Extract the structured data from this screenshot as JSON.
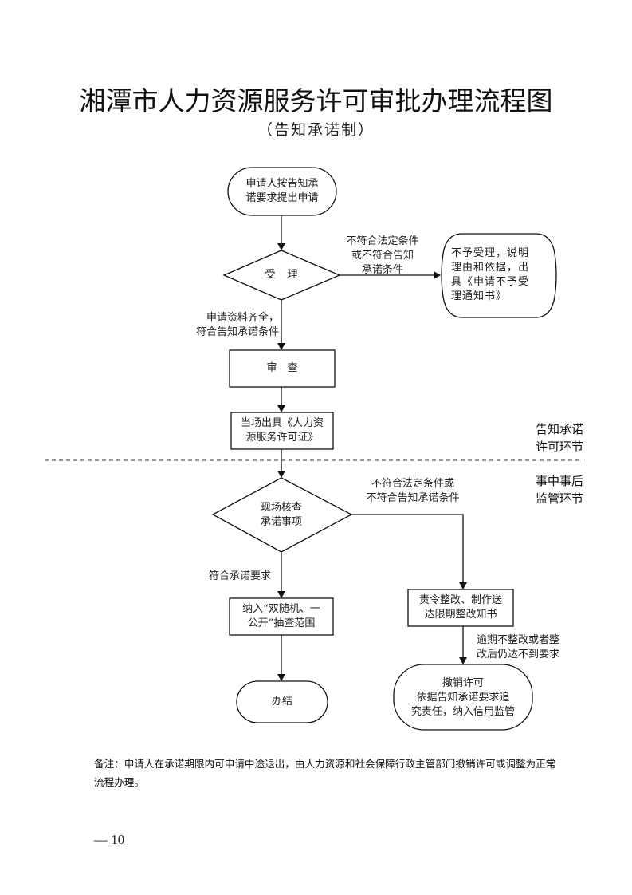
{
  "title": "湘潭市人力资源服务许可审批办理流程图",
  "subtitle": "（告知承诺制）",
  "nodes": {
    "start": "申请人按告知承诺要求提出申请",
    "start_lines": [
      "申请人按告知承",
      "诺要求提出申请"
    ],
    "accept": "受　理",
    "reject_lines": [
      "不予受理，说明",
      "理由和依据，出",
      "具《申请不予受",
      "理通知书》"
    ],
    "review": "审　查",
    "issue_lines": [
      "当场出具《人力资",
      "源服务许可证》"
    ],
    "onsite_lines": [
      "现场核查",
      "承诺事项"
    ],
    "random_lines": [
      "纳入“双随机、一",
      "公开”抽查范围"
    ],
    "done": "办结",
    "rectify_lines": [
      "责令整改、制作送",
      "达限期整改知书"
    ],
    "revoke_lines": [
      "撤销许可",
      "依据告知承诺要求追",
      "究责任，纳入信用监管"
    ]
  },
  "edges": {
    "reject_cond_lines": [
      "不符合法定条件",
      "或不符合告知",
      "承诺条件"
    ],
    "pass_cond_lines": [
      "申请资料齐全，",
      "符合告知承诺条件"
    ],
    "fail_onsite_lines": [
      "不符合法定条件或",
      "不符合告知承诺条件"
    ],
    "meet_req": "符合承诺要求",
    "overdue_lines": [
      "逾期不整改或者整",
      "改后仍达不到要求"
    ]
  },
  "sections": {
    "upper_lines": [
      "告知承诺",
      "许可环节"
    ],
    "lower_lines": [
      "事中事后",
      "监管环节"
    ]
  },
  "note": "备注：申请人在承诺期限内可申请中途退出，由人力资源和社会保障行政主管部门撤销许可或调整为正常流程办理。",
  "page_number": "— 10",
  "colors": {
    "line": "#111111",
    "text": "#222222",
    "background": "#ffffff"
  }
}
